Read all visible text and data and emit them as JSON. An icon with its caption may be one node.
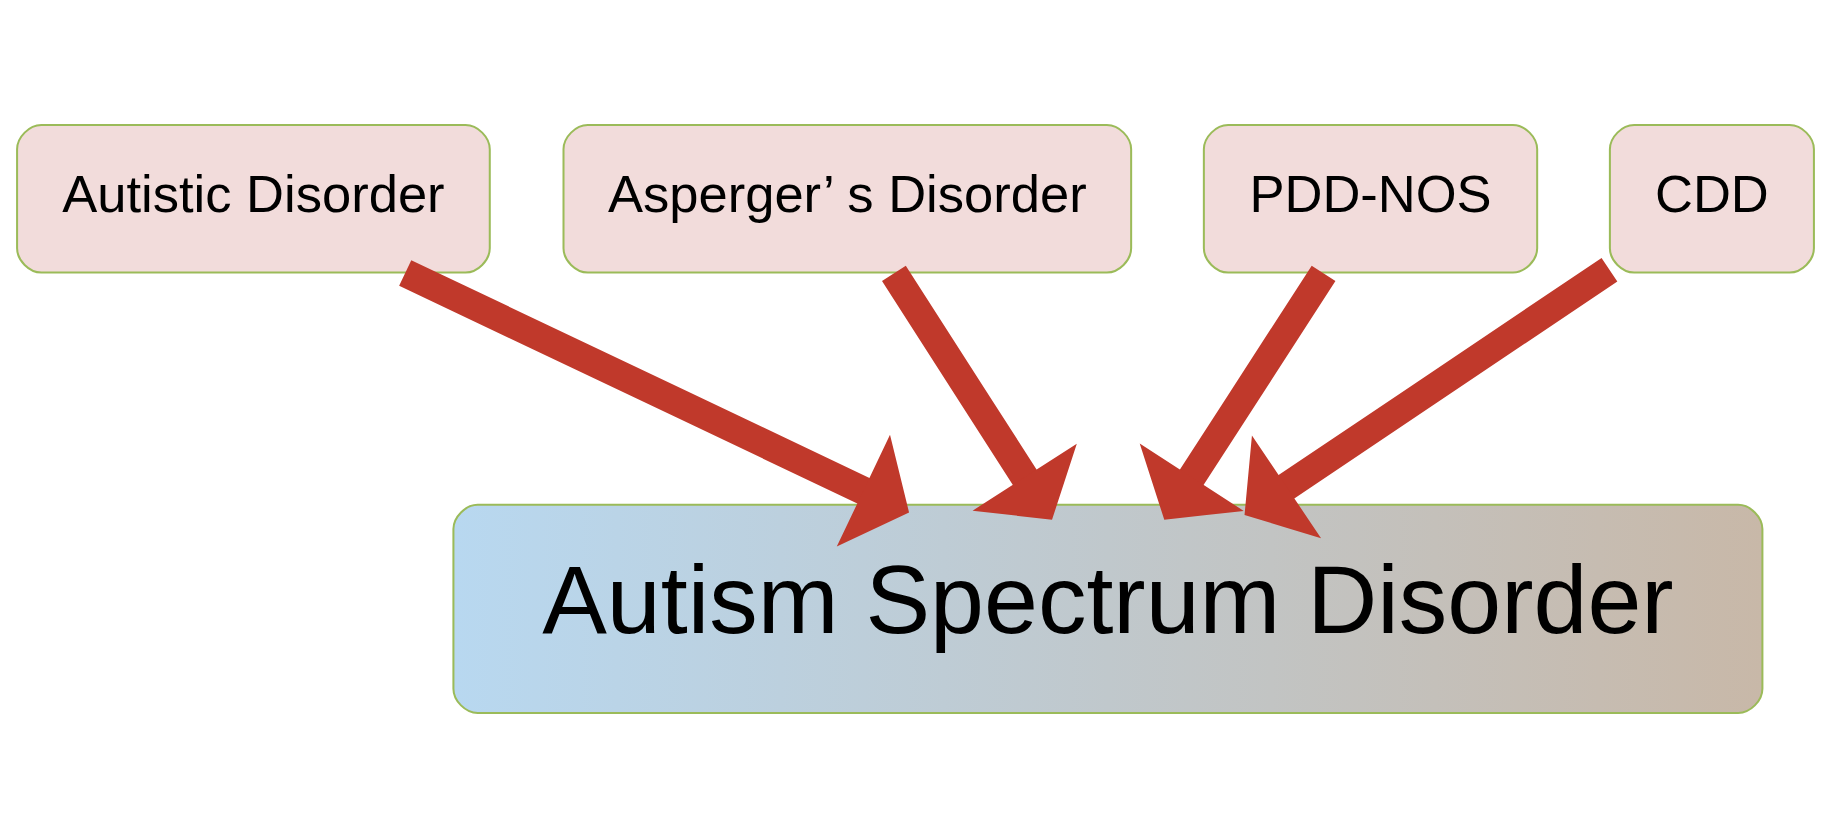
{
  "diagram": {
    "nodes": [
      {
        "text": [
          "Autistic Disorder"
        ]
      },
      {
        "text": [
          "Asperger’ s Disorder"
        ]
      },
      {
        "text": [
          "PDD-NOS"
        ]
      },
      {
        "text": [
          "CDD"
        ]
      },
      {
        "text": [
          "Autism Spectrum Disorder"
        ]
      }
    ],
    "edges": [
      {
        "from": 0,
        "to": 4,
        "arrow": "to"
      },
      {
        "from": 1,
        "to": 4,
        "arrow": "to"
      },
      {
        "from": 2,
        "to": 4,
        "arrow": "to"
      },
      {
        "from": 3,
        "to": 4,
        "arrow": "to"
      }
    ]
  }
}
